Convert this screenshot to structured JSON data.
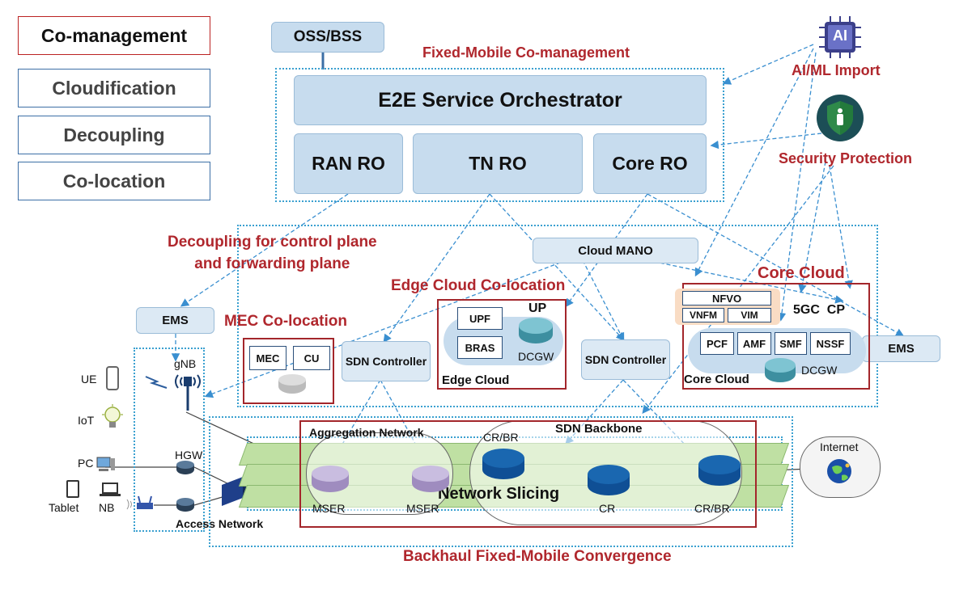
{
  "legend": {
    "items": [
      "Co-management",
      "Cloudification",
      "Decoupling",
      "Co-location"
    ]
  },
  "top": {
    "oss_bss": "OSS/BSS",
    "fm_comanagement": "Fixed-Mobile Co-management",
    "e2e": "E2E Service Orchestrator",
    "ran_ro": "RAN RO",
    "tn_ro": "TN RO",
    "core_ro": "Core RO",
    "ai_icon_text": "AI",
    "ai_label": "AI/ML Import",
    "security_label": "Security Protection"
  },
  "middle": {
    "decoupling_line1": "Decoupling for control plane",
    "decoupling_line2": "and forwarding plane",
    "cloud_mano": "Cloud MANO",
    "edge_colocation": "Edge Cloud Co-location",
    "core_cloud_title": "Core Cloud",
    "mec_colocation": "MEC Co-location",
    "ems_left": "EMS",
    "ems_right": "EMS",
    "mec": "MEC",
    "cu": "CU",
    "sdn_controller_1": "SDN Controller",
    "sdn_controller_2": "SDN Controller",
    "upf": "UPF",
    "bras": "BRAS",
    "up": "UP",
    "dcgw_edge": "DCGW",
    "edge_cloud": "Edge Cloud",
    "nfvo": "NFVO",
    "vnfm": "VNFM",
    "vim": "VIM",
    "fivegc_cp": "5GC  CP",
    "pcf": "PCF",
    "amf": "AMF",
    "smf": "SMF",
    "nssf": "NSSF",
    "core_cloud_label": "Core Cloud",
    "dcgw_core": "DCGW"
  },
  "access": {
    "gnb": "gNB",
    "ue": "UE",
    "iot": "IoT",
    "pc": "PC",
    "hgw": "HGW",
    "tablet": "Tablet",
    "nb": "NB",
    "access_network": "Access Network"
  },
  "bottom": {
    "aggregation_network": "Aggregation Network",
    "sdn_backbone": "SDN Backbone",
    "crbr_top": "CR/BR",
    "network_slicing": "Network Slicing",
    "mser_1": "MSER",
    "mser_2": "MSER",
    "cr": "CR",
    "crbr_right": "CR/BR",
    "internet": "Internet",
    "backhaul": "Backhaul Fixed-Mobile Convergence"
  },
  "colors": {
    "accent_red": "#b0272d",
    "box_blue": "#c7dcee",
    "dotted_blue": "#3aa0d0",
    "router_blue": "#1a67b0",
    "router_purple": "#b8a6cf",
    "slice_green": "#bfe0a3"
  }
}
